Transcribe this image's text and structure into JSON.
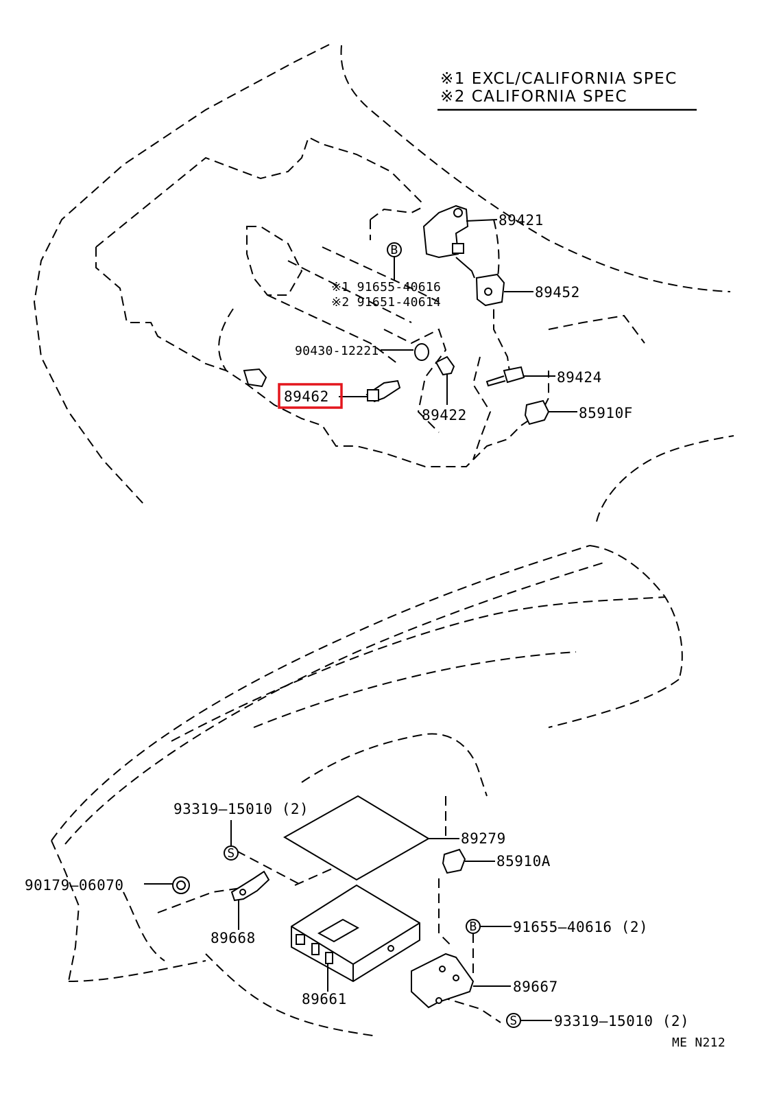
{
  "legend": {
    "line1": "※1 EXCL/CALIFORNIA  SPEC",
    "line2": "※2 CALIFORNIA  SPEC"
  },
  "parts": {
    "p89421": "89421",
    "p89452": "89452",
    "p91655_40616": "※1 91655-40616",
    "p91651_40614": "※2 91651-40614",
    "p90430_12221": "90430-12221",
    "p89462": "89462",
    "p89422": "89422",
    "p89424": "89424",
    "p85910F": "85910F",
    "p93319_15010_top": "93319–15010 (2)",
    "p89279": "89279",
    "p85910A": "85910A",
    "p90179_06070": "90179–06070",
    "p89668": "89668",
    "p91655_40616_2": "91655–40616 (2)",
    "p89667": "89667",
    "p89661": "89661",
    "p93319_15010_bot": "93319–15010 (2)"
  },
  "markers": {
    "b": "B",
    "s": "S"
  },
  "highlight": {
    "part": "89462",
    "color": "#e3161d"
  },
  "footer": {
    "code": "ME  N212"
  }
}
